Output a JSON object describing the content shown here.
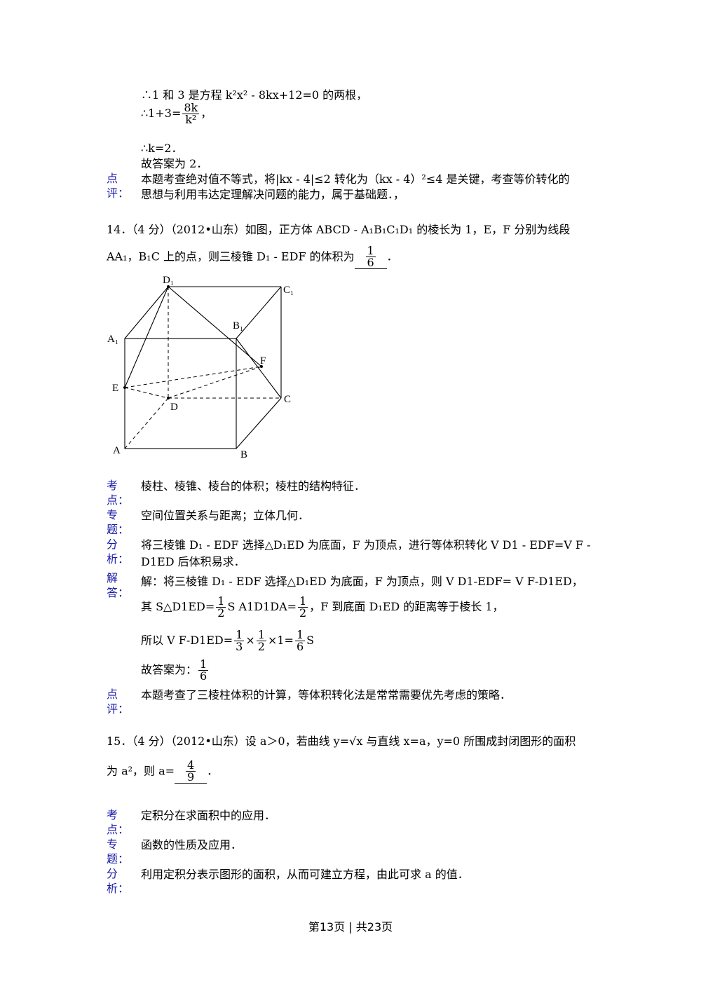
{
  "prev": {
    "l1": "∴1 和 3 是方程 k²x² ‑ 8kx+12=0 的两根，",
    "l2a": "∴1+3=",
    "l2n": "8k",
    "l2d": "k²",
    "l2b": "，",
    "l3": "∴k=2．",
    "l4": "故答案为 2．",
    "comment_label": "点评：",
    "comment1": "本题考查绝对值不等式，将|kx ‑ 4|≤2 转化为（kx ‑ 4）²≤4 是关键，考查等价转化的",
    "comment2": "思想与利用韦达定理解决问题的能力，属于基础题．，"
  },
  "q14": {
    "head": "14．（4 分）（2012•山东）如图，正方体 ABCD ‑ A₁B₁C₁D₁ 的棱长为 1，E，F 分别为线段",
    "line2": "AA₁，B₁C 上的点，则三棱锥 D₁ ‑ EDF 的体积为",
    "ans_n": "1",
    "ans_d": "6",
    "end": "．",
    "kd_label": "考点：",
    "kd": "棱柱、棱锥、棱台的体积；棱柱的结构特征．",
    "zt_label": "专题：",
    "zt": "空间位置关系与距离；立体几何．",
    "fx_label": "分析：",
    "fx1": "将三棱锥 D₁ ‑ EDF 选择△D₁ED 为底面，F 为顶点，进行等体积转化 V D1 ‑ EDF=V F ‑",
    "fx2": "D1ED 后体积易求．",
    "jd_label": "解答：",
    "jd1": "解：将三棱锥 D₁ ‑ EDF 选择△D₁ED 为底面，F 为顶点，则 V D1‑EDF= V F‑D1ED，",
    "jd2a": "其 S△D1ED=",
    "jd2b": "S A1D1DA=",
    "jd2c": "，F 到底面 D₁ED 的距离等于棱长 1，",
    "jd3a": "所以 V F‑D1ED=",
    "jd3b": "×",
    "jd3c": "×1=",
    "jd3d": "S",
    "jd4": "故答案为：",
    "f_half_n": "1",
    "f_half_d": "2",
    "f_third_n": "1",
    "f_third_d": "3",
    "f_sixth_n": "1",
    "f_sixth_d": "6",
    "dp_label": "点评：",
    "dp": "本题考查了三棱柱体积的计算，等体积转化法是常常需要优先考虑的策略．",
    "fig": {
      "D1": "D₁",
      "C1": "C₁",
      "B1": "B₁",
      "A1": "A₁",
      "F": "F",
      "E": "E",
      "D": "D",
      "C": "C",
      "A": "A",
      "B": "B"
    }
  },
  "q15": {
    "head": "15．（4 分）（2012•山东）设 a＞0，若曲线 y=√x 与直线 x=a，y=0 所围成封闭图形的面积",
    "line2": "为 a²，则 a=",
    "ans_n": "4",
    "ans_d": "9",
    "end": "．",
    "kd_label": "考点：",
    "kd": "定积分在求面积中的应用．",
    "zt_label": "专题：",
    "zt": "函数的性质及应用．",
    "fx_label": "分析：",
    "fx": "利用定积分表示图形的面积，从而可建立方程，由此可求 a 的值．"
  },
  "footer": "第13页 | 共23页"
}
